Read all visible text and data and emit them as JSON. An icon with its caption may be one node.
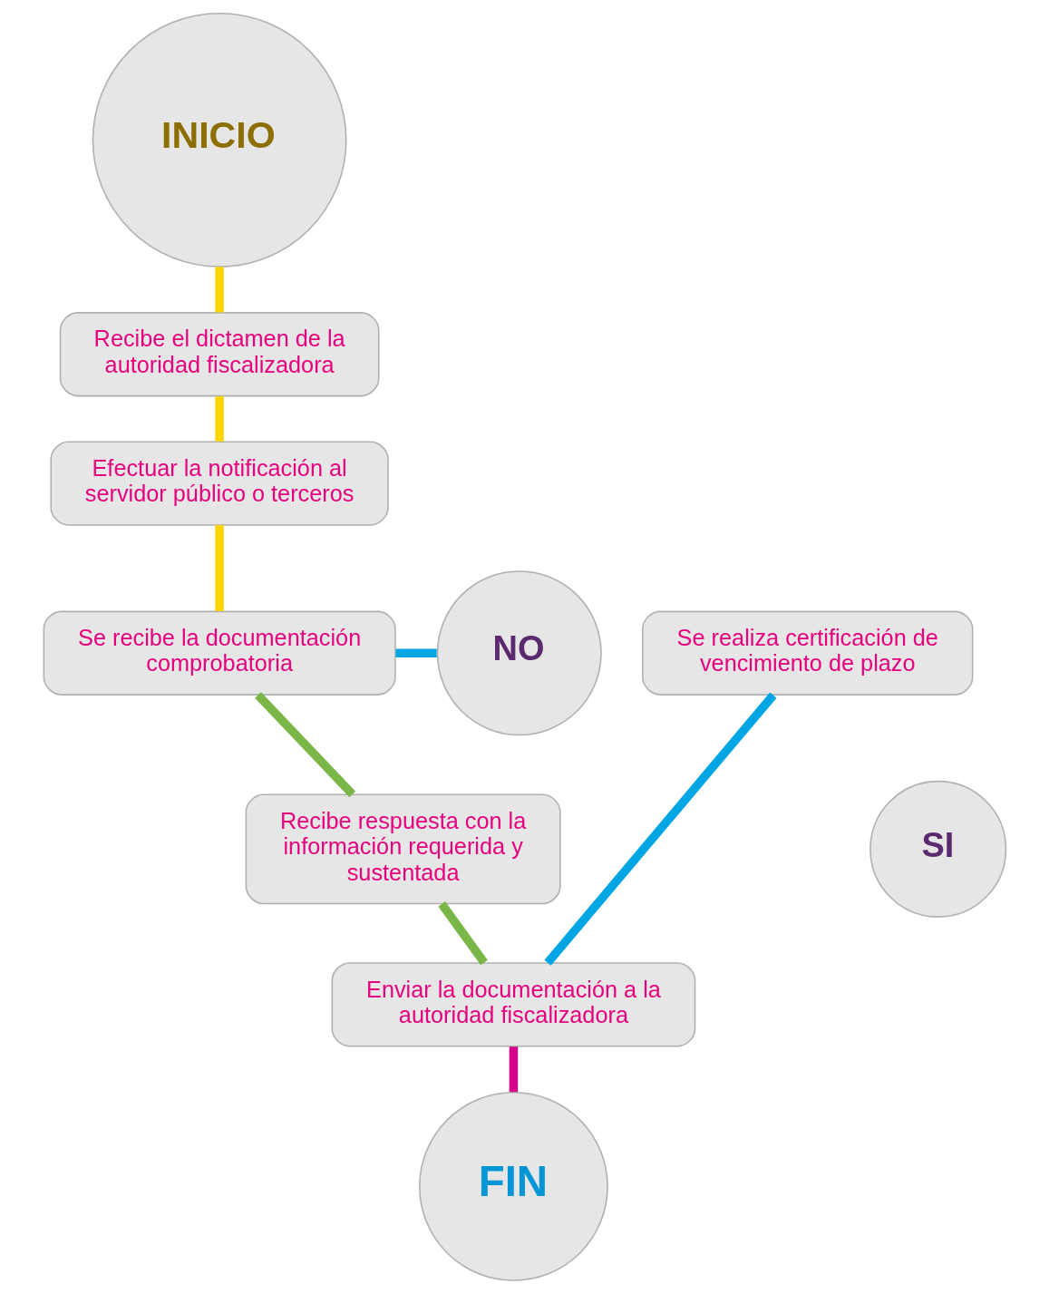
{
  "diagram": {
    "nodes": [
      {
        "text": [
          "INICIO"
        ]
      },
      {
        "text": [
          "Recibe el dictamen de la autoridad fiscalizadora"
        ]
      },
      {
        "text": [
          "Efectuar la notificación al servidor público o terceros"
        ]
      },
      {
        "text": [
          "Se recibe la documentación comprobatoria"
        ]
      },
      {
        "text": [
          "NO"
        ]
      },
      {
        "text": [
          "Se realiza certificación de vencimiento de plazo"
        ]
      },
      {
        "text": [
          "SI"
        ]
      },
      {
        "text": [
          "Recibe respuesta con la información requerida y sustentada"
        ]
      },
      {
        "text": [
          "Enviar la documentación a la autoridad fiscalizadora"
        ]
      },
      {
        "text": [
          "FIN"
        ]
      }
    ],
    "edges": [
      {
        "from": 0,
        "to": 1,
        "arrow": "none"
      },
      {
        "from": 1,
        "to": 2,
        "arrow": "none"
      },
      {
        "from": 2,
        "to": 3,
        "arrow": "none"
      },
      {
        "from": 3,
        "to": 4,
        "arrow": "none",
        "color": "#00a6e4"
      },
      {
        "from": 3,
        "to": 7,
        "arrow": "none",
        "color": "#7ab648"
      },
      {
        "from": 7,
        "to": 8,
        "arrow": "none",
        "color": "#7ab648"
      },
      {
        "from": 5,
        "to": 8,
        "arrow": "none",
        "color": "#00a6e4"
      },
      {
        "from": 8,
        "to": 9,
        "arrow": "none",
        "color": "#d6008a"
      }
    ]
  }
}
